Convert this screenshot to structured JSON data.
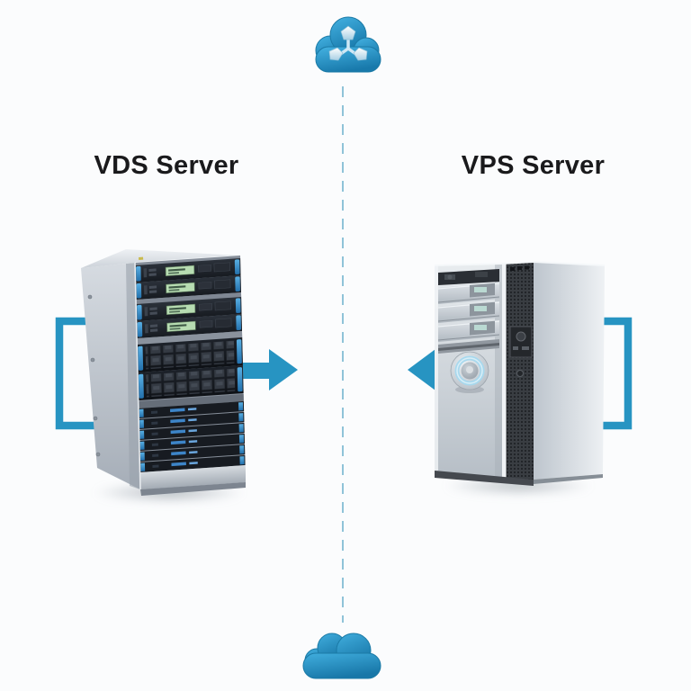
{
  "comparison": {
    "left": {
      "label": "VDS Server",
      "illustration": "rack-server-photo"
    },
    "right": {
      "label": "VPS Server",
      "illustration": "tower-server-photo"
    }
  },
  "icons": {
    "top_cloud": "cloud-cluster-icon",
    "bottom_cloud": "cloud-icon",
    "left_arrow": "arrow-right-icon",
    "right_arrow": "arrow-left-icon",
    "left_bracket": "left-bracket-icon",
    "right_bracket": "right-bracket-icon",
    "divider": "vertical-dashed-divider"
  },
  "colors": {
    "accent_blue": "#2794c2",
    "cloud_blue": "#2b9fd4",
    "dashed_line": "#8fc3d8",
    "label_text": "#1a1a1c",
    "background": "#fbfcfd"
  }
}
